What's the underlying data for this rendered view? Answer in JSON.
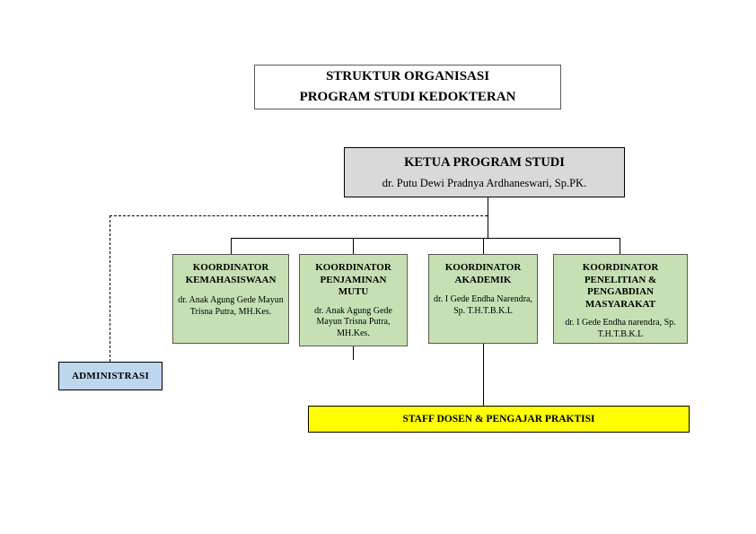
{
  "title": {
    "line1": "STRUKTUR ORGANISASI",
    "line2": "PROGRAM STUDI KEDOKTERAN"
  },
  "ketua": {
    "title": "KETUA PROGRAM STUDI",
    "name": "dr. Putu Dewi Pradnya Ardhaneswari, Sp.PK."
  },
  "koordinator": [
    {
      "title": "KOORDINATOR KEMAHASISWAAN",
      "name": "dr. Anak Agung Gede Mayun Trisna Putra, MH.Kes."
    },
    {
      "title": "KOORDINATOR PENJAMINAN MUTU",
      "name": "dr. Anak Agung Gede Mayun Trisna Putra, MH.Kes."
    },
    {
      "title": "KOORDINATOR AKADEMIK",
      "name": "dr. I Gede Endha Narendra, Sp. T.H.T.B.K.L"
    },
    {
      "title": "KOORDINATOR PENELITIAN & PENGABDIAN MASYARAKAT",
      "name": "dr. I Gede Endha narendra, Sp. T.H.T.B.K.L"
    }
  ],
  "administrasi": {
    "label": "ADMINISTRASI"
  },
  "staff": {
    "label": "STAFF DOSEN & PENGAJAR PRAKTISI"
  },
  "colors": {
    "ketua_bg": "#d9d9d9",
    "koordinator_bg": "#c6e0b4",
    "administrasi_bg": "#bdd7ee",
    "staff_bg": "#ffff00"
  }
}
